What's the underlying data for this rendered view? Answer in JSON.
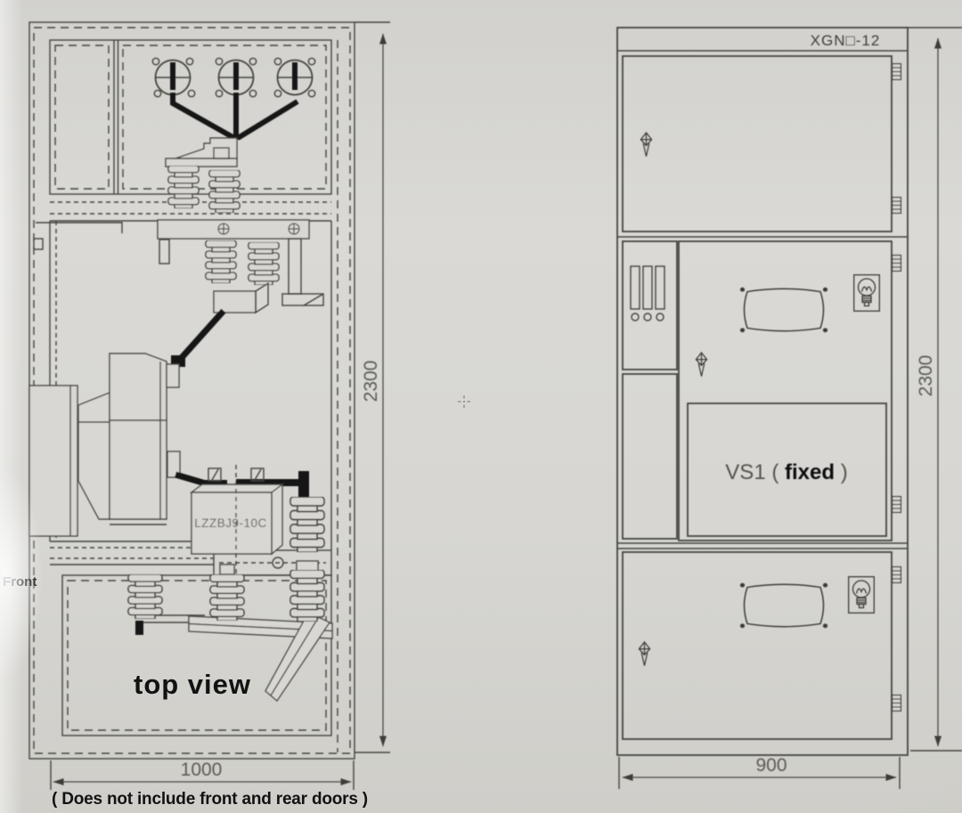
{
  "left_view": {
    "caption": "top view",
    "front_label": "Front",
    "width_dim": "1000",
    "height_dim": "2300",
    "note": "( Does not include front and rear doors )",
    "ct_label": "LZZBJ9-10C"
  },
  "right_view": {
    "model_label": "XGN□-12",
    "vs1_prefix": "VS1 (",
    "vs1_bold": "fixed",
    "vs1_suffix": ")",
    "width_dim": "900",
    "height_dim": "2300"
  },
  "icons": {
    "door_handle": "kite-handle",
    "panel_lamp": "indicator-bulb",
    "hinge": "door-hinge",
    "screw": "cross-screw",
    "window": "inspection-window"
  },
  "colors": {
    "paper": "#d8d7d3",
    "line": "#45443f",
    "busbar": "#171716",
    "dim_text": "#5c5b55",
    "label_text": "#121212"
  }
}
